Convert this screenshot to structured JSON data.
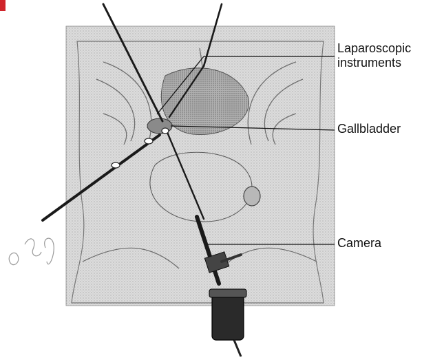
{
  "labels": {
    "instruments": "Laparoscopic\ninstruments",
    "gallbladder": "Gallbladder",
    "camera": "Camera"
  },
  "colors": {
    "background": "#ffffff",
    "body_fill": "#d9d9d9",
    "ink": "#111111",
    "accent_corner": "#d0242b"
  }
}
